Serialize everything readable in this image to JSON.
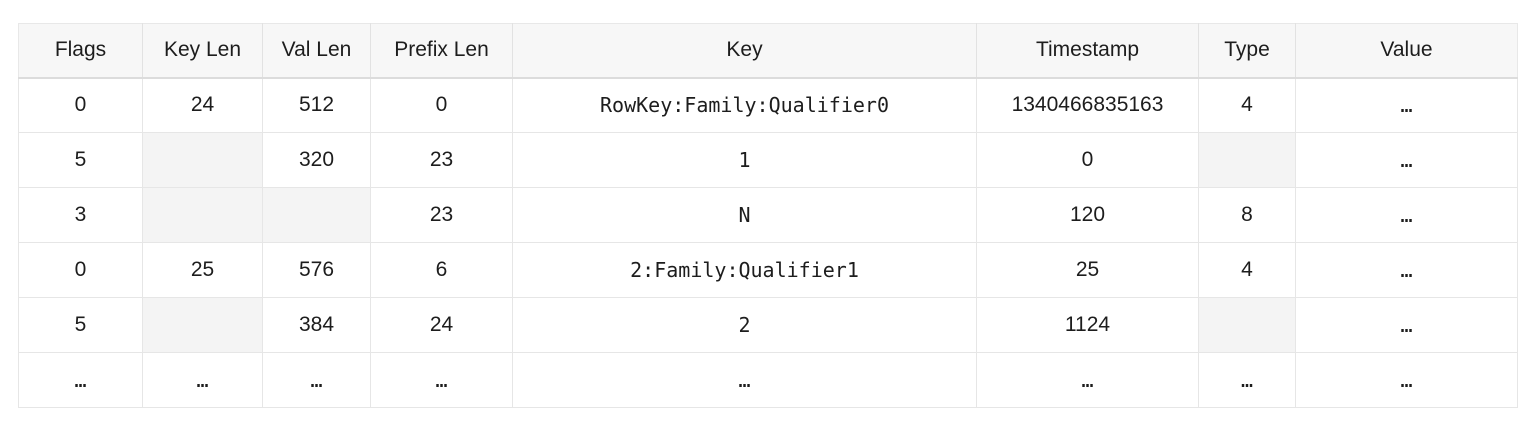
{
  "table": {
    "name": "hfile-keyvalue-encoding-table",
    "columns": [
      {
        "id": "flags",
        "label": "Flags"
      },
      {
        "id": "key_len",
        "label": "Key Len"
      },
      {
        "id": "val_len",
        "label": "Val Len"
      },
      {
        "id": "prefix_len",
        "label": "Prefix Len"
      },
      {
        "id": "key",
        "label": "Key"
      },
      {
        "id": "timestamp",
        "label": "Timestamp"
      },
      {
        "id": "type",
        "label": "Type"
      },
      {
        "id": "value",
        "label": "Value"
      }
    ],
    "rows": [
      {
        "flags": "0",
        "key_len": "24",
        "val_len": "512",
        "prefix_len": "0",
        "key": "RowKey:Family:Qualifier0",
        "timestamp": "1340466835163",
        "type": "4",
        "value": "…"
      },
      {
        "flags": "5",
        "key_len": "",
        "val_len": "320",
        "prefix_len": "23",
        "key": "1",
        "timestamp": "0",
        "type": "",
        "value": "…"
      },
      {
        "flags": "3",
        "key_len": "",
        "val_len": "",
        "prefix_len": "23",
        "key": "N",
        "timestamp": "120",
        "type": "8",
        "value": "…"
      },
      {
        "flags": "0",
        "key_len": "25",
        "val_len": "576",
        "prefix_len": "6",
        "key": "2:Family:Qualifier1",
        "timestamp": "25",
        "type": "4",
        "value": "…"
      },
      {
        "flags": "5",
        "key_len": "",
        "val_len": "384",
        "prefix_len": "24",
        "key": "2",
        "timestamp": "1124",
        "type": "",
        "value": "…"
      },
      {
        "flags": "…",
        "key_len": "…",
        "val_len": "…",
        "prefix_len": "…",
        "key": "…",
        "timestamp": "…",
        "type": "…",
        "value": "…"
      }
    ]
  },
  "style": {
    "header_background": "#f7f7f7",
    "cell_background": "#ffffff",
    "blank_cell_background": "#f4f4f4",
    "border_color": "#e6e6e6",
    "header_border_color": "#dcdcdc",
    "text_color": "#1d1d1d",
    "page_background": "#ffffff"
  }
}
